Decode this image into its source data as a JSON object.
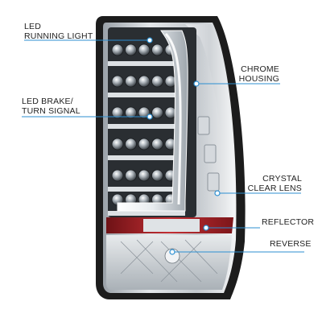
{
  "product": {
    "name": "led-tail-light",
    "colors": {
      "housing": "#c9ced3",
      "frame": "#1c1c1c",
      "led": "#9aa4ad",
      "reflector": "#b3262b",
      "callout_line": "#2c8fd1",
      "callout_dot": "#ffffff",
      "text": "#222222"
    }
  },
  "callouts": [
    {
      "id": "led-running-light",
      "lines": [
        "LED",
        "RUNNING LIGHT"
      ],
      "side": "left"
    },
    {
      "id": "chrome-housing",
      "lines": [
        "CHROME",
        "HOUSING"
      ],
      "side": "right"
    },
    {
      "id": "led-brake-turn-signal",
      "lines": [
        "LED BRAKE/",
        "TURN SIGNAL"
      ],
      "side": "left"
    },
    {
      "id": "crystal-clear-lens",
      "lines": [
        "CRYSTAL",
        "CLEAR  LENS"
      ],
      "side": "right"
    },
    {
      "id": "reflector",
      "lines": [
        "REFLECTOR"
      ],
      "side": "right"
    },
    {
      "id": "reverse",
      "lines": [
        "REVERSE"
      ],
      "side": "right"
    }
  ]
}
